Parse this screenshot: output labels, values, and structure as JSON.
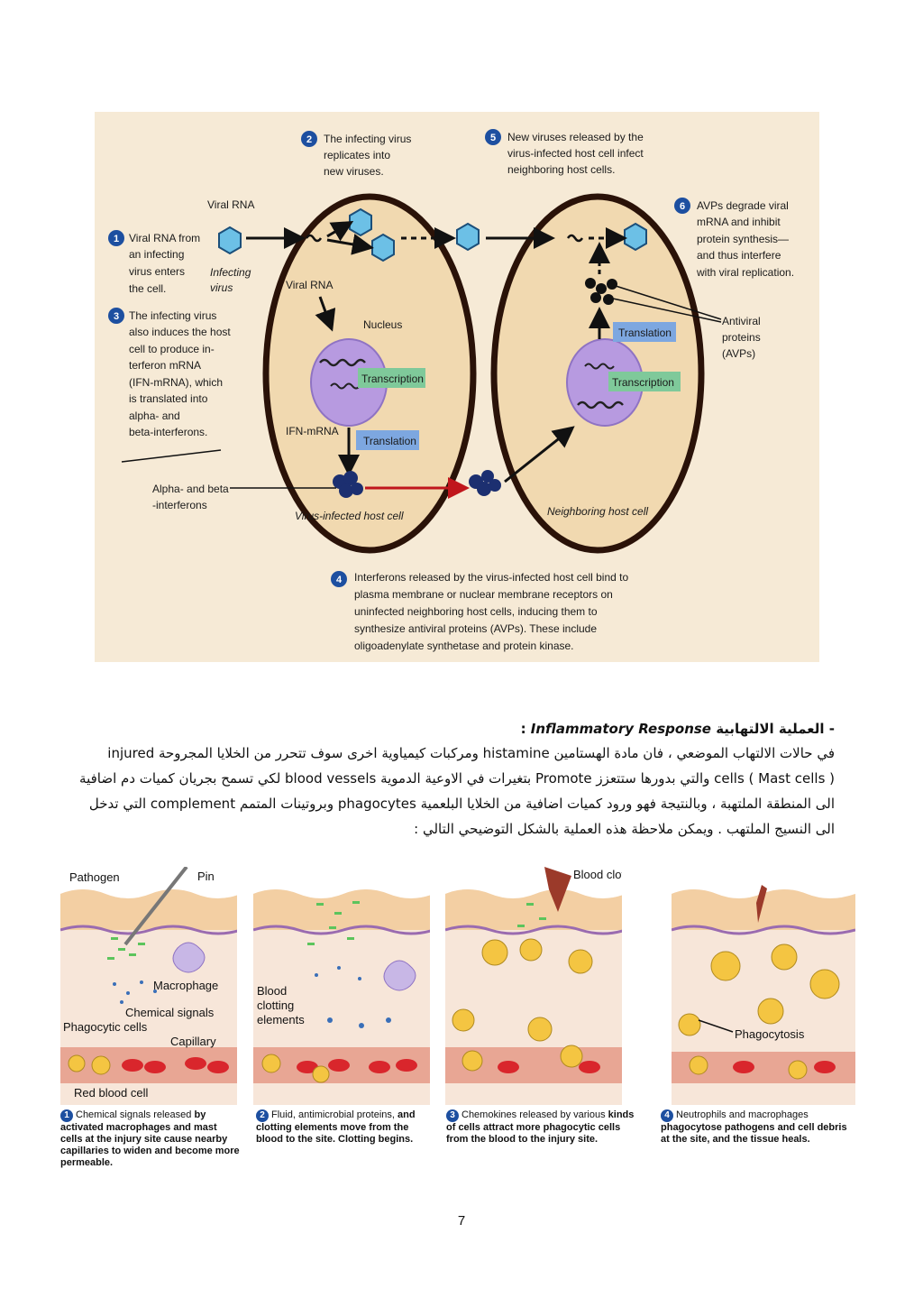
{
  "figure1": {
    "step1": [
      "Viral RNA from",
      "an infecting",
      "virus enters",
      "the cell."
    ],
    "step2": [
      "The infecting virus",
      "replicates into",
      "new viruses."
    ],
    "step3": [
      "The infecting virus",
      "also induces the host",
      "cell to produce in-",
      "terferon mRNA",
      "(IFN-mRNA), which",
      "is translated into",
      "alpha- and",
      "beta-interferons."
    ],
    "step4": [
      "Interferons released by the virus-infected host cell bind to",
      "plasma membrane or nuclear membrane receptors on",
      "uninfected neighboring host cells, inducing them to",
      "synthesize antiviral proteins (AVPs). These include",
      "oligoadenylate synthetase and protein kinase."
    ],
    "step5": [
      "New viruses released by the",
      "virus-infected host cell infect",
      "neighboring host cells."
    ],
    "step6": [
      "AVPs degrade viral",
      "mRNA and inhibit",
      "protein synthesis—",
      "and thus interfere",
      "with viral replication."
    ],
    "n1": "1",
    "n2": "2",
    "n3": "3",
    "n4": "4",
    "n5": "5",
    "n6": "6",
    "viral_rna_top": "Viral RNA",
    "viral_rna_inner": "Viral RNA",
    "infecting_virus": [
      "Infecting",
      "virus"
    ],
    "nucleus": "Nucleus",
    "transcription": "Transcription",
    "translation": "Translation",
    "ifn_mrna": "IFN-mRNA",
    "interferons": [
      "Alpha- and beta",
      "-interferons"
    ],
    "infected_cell": "Virus-infected host cell",
    "neighbor_cell": "Neighboring host cell",
    "avps": [
      "Antiviral",
      "proteins",
      "(AVPs)"
    ]
  },
  "text": {
    "heading_dash": "-",
    "heading_ar": "العملية الالتهابية",
    "heading_en": "Inflammatory Response",
    "heading_colon": ":",
    "paragraph": "في حالات الالتهاب الموضعي ، فان مادة الهستامين histamine ومركبات كيمياوية اخرى سوف تتحرر من الخلايا المجروحة injured cells ( Mast cells ) والتي بدورها ستتعزز Promote بتغيرات في الاوعية الدموية blood vessels لكي تسمح بجريان كميات دم اضافية الى المنطقة الملتهبة ، وبالنتيجة فهو ورود كميات اضافية من الخلايا البلعمية phagocytes وبروتينات المتمم complement التي تدخل الى النسيج الملتهب . ويمكن ملاحظة هذه العملية بالشكل التوضيحي التالي :"
  },
  "figure2": {
    "pathogen": "Pathogen",
    "pin": "Pin",
    "macrophage": "Macrophage",
    "chemical_signals": "Chemical signals",
    "phagocytic_cells": "Phagocytic cells",
    "capillary": "Capillary",
    "red_blood_cell": "Red blood cell",
    "blood_clotting": [
      "Blood",
      "clotting",
      "elements"
    ],
    "blood_clot": "Blood clot",
    "phagocytosis": "Phagocytosis",
    "captions": [
      {
        "num": "1",
        "lead": "Chemical signals released",
        "rest": "by activated macrophages and mast cells at the injury site cause nearby capillaries to widen and become more permeable."
      },
      {
        "num": "2",
        "lead": "Fluid, antimicrobial proteins,",
        "rest": "and clotting elements move from the blood to the site. Clotting begins."
      },
      {
        "num": "3",
        "lead": "Chemokines released by various",
        "rest": "kinds of cells attract more phagocytic cells from the blood to the injury site."
      },
      {
        "num": "4",
        "lead": "Neutrophils and macrophages",
        "rest": "phagocytose pathogens and cell debris at the site, and the tissue heals."
      }
    ]
  },
  "page_number": "7",
  "colors": {
    "badge": "#1d4fa0",
    "cell_fill": "#f1d9b0",
    "cell_border": "#2a1208",
    "nucleus": "#b79ae0",
    "label_green": "#7fc99a",
    "label_blue": "#7da7e0",
    "virus": "#6cc0e6",
    "rbc": "#d9262c",
    "phagocyte": "#f4c542"
  }
}
